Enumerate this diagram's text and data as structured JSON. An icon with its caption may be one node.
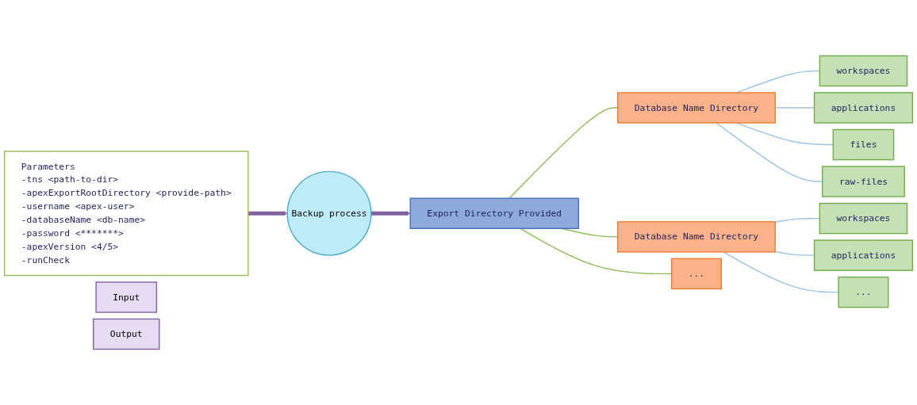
{
  "diagram": {
    "nodes": [
      {
        "text": [
          "Parameters",
          "-tns <path-to-dir>",
          "-apexExportRootDirectory <provide-path>",
          "-username <apex-user>",
          "-databaseName <db-name>",
          "-password <*******>",
          "-apexVersion <4/5>",
          "-runCheck"
        ]
      },
      {
        "text": [
          "Input"
        ]
      },
      {
        "text": [
          "Backup process"
        ]
      },
      {
        "text": [
          "Export Directory Provided"
        ]
      },
      {
        "text": [
          "Database Name Directory"
        ]
      },
      {
        "text": [
          "Database Name Directory"
        ]
      },
      {
        "text": [
          "..."
        ]
      },
      {
        "text": [
          "workspaces"
        ]
      },
      {
        "text": [
          "applications"
        ]
      },
      {
        "text": [
          "files"
        ]
      },
      {
        "text": [
          "raw-files"
        ]
      },
      {
        "text": [
          "workspaces"
        ]
      },
      {
        "text": [
          "applications"
        ]
      },
      {
        "text": [
          "..."
        ]
      },
      {
        "text": [
          "Output"
        ]
      }
    ],
    "edges": [
      {
        "from": 0,
        "to": 2,
        "arrow": "to",
        "style": "thick",
        "color": "#8064a2"
      },
      {
        "from": 2,
        "to": 3,
        "arrow": "to",
        "style": "thick",
        "color": "#8064a2"
      },
      {
        "from": 3,
        "to": 4,
        "arrow": "none",
        "color": "#8fbc5a"
      },
      {
        "from": 3,
        "to": 5,
        "arrow": "none",
        "color": "#8fbc5a"
      },
      {
        "from": 3,
        "to": 6,
        "arrow": "none",
        "color": "#8fbc5a"
      },
      {
        "from": 4,
        "to": 7,
        "arrow": "none"
      },
      {
        "from": 4,
        "to": 8,
        "arrow": "none"
      },
      {
        "from": 4,
        "to": 9,
        "arrow": "none"
      },
      {
        "from": 4,
        "to": 10,
        "arrow": "none"
      },
      {
        "from": 5,
        "to": 11,
        "arrow": "none"
      },
      {
        "from": 5,
        "to": 12,
        "arrow": "none"
      },
      {
        "from": 5,
        "to": 13,
        "arrow": "none"
      }
    ]
  }
}
